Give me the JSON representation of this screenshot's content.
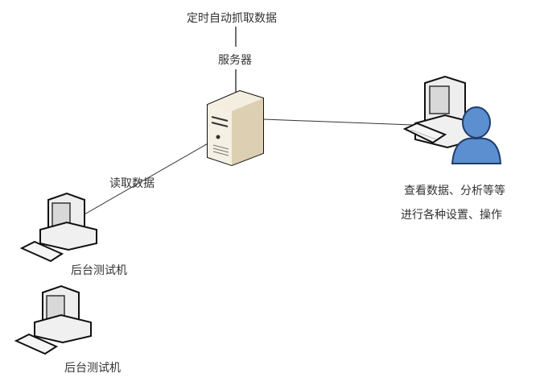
{
  "diagram": {
    "nodes": {
      "server": {
        "label": "服务器",
        "top_label": "定时自动抓取数据"
      },
      "client": {
        "label_line1": "查看数据、分析等等",
        "label_line2": "进行各种设置、操作"
      },
      "test1": {
        "label": "后台测试机"
      },
      "test2": {
        "label": "后台测试机"
      }
    },
    "edges": {
      "server_test1": {
        "label": "读取数据"
      },
      "server_client": {
        "label": ""
      }
    },
    "colors": {
      "server_body": "#ece3cf",
      "user_blue": "#5b8fcf",
      "line": "#333333"
    }
  }
}
